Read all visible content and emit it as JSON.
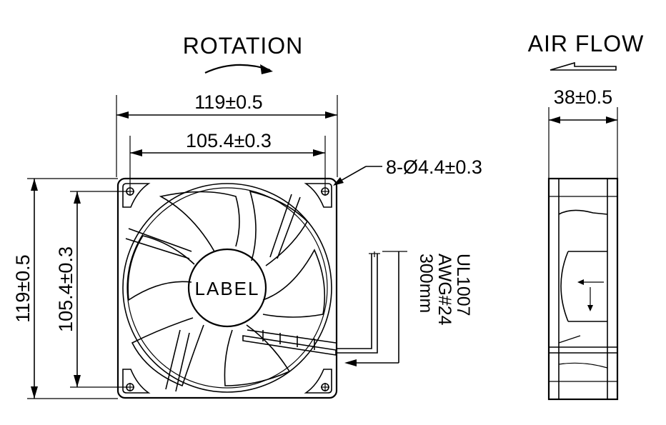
{
  "title_rotation": "ROTATION",
  "title_airflow": "AIR FLOW",
  "dim_width_outer": "119±0.5",
  "dim_width_holes": "105.4±0.3",
  "dim_hole_spec": "8-Ø4.4±0.3",
  "dim_height_outer": "119±0.5",
  "dim_height_holes": "105.4±0.3",
  "dim_depth": "38±0.5",
  "hub_label": "LABEL",
  "wire_spec": [
    "UL1007",
    "AWG#24",
    "300mm"
  ]
}
